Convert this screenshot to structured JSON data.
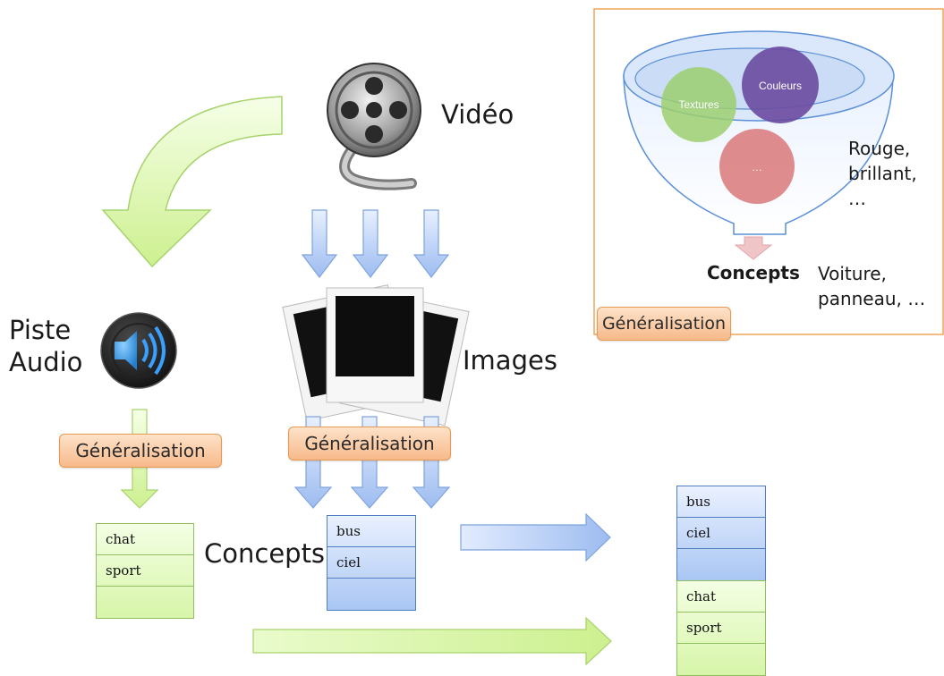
{
  "video": {
    "label": "Vidéo",
    "icon": "film-reel-icon"
  },
  "images": {
    "label": "Images",
    "icon": "photo-stack-icon"
  },
  "audio": {
    "label_line1": "Piste",
    "label_line2": "Audio",
    "icon": "speaker-icon"
  },
  "generalisation_audio": "Généralisation",
  "generalisation_images": "Généralisation",
  "concepts_label": "Concepts",
  "audio_concepts": [
    "chat",
    "sport",
    ""
  ],
  "image_concepts": [
    "bus",
    "ciel",
    ""
  ],
  "fused_concepts": {
    "image_part": [
      "bus",
      "ciel",
      ""
    ],
    "audio_part": [
      "chat",
      "sport",
      ""
    ]
  },
  "funnel_panel": {
    "circles": [
      "Textures",
      "Couleurs",
      "…"
    ],
    "attributes": [
      "Rouge,",
      "brillant,",
      "…"
    ],
    "concepts_label": "Concepts",
    "concept_examples": [
      "Voiture,",
      "panneau, …"
    ],
    "generalisation": "Généralisation"
  },
  "colors": {
    "green": "#d7f5a9",
    "blue": "#a9c6f3",
    "orange": "#f7b98a",
    "panel_border": "#f0a45c"
  }
}
